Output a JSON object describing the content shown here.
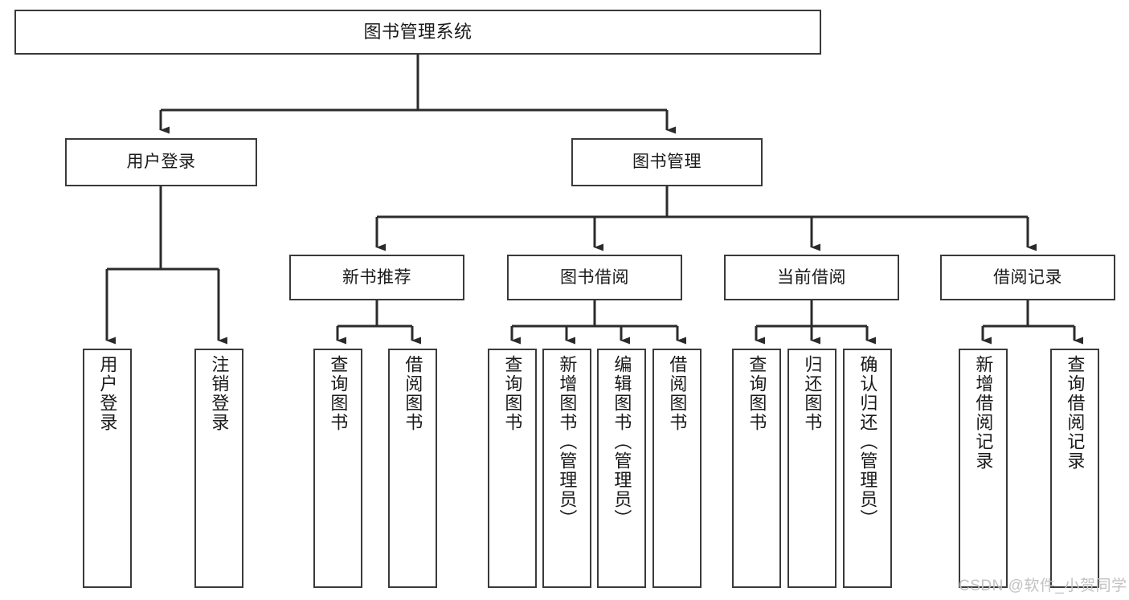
{
  "diagram": {
    "title": "图书管理系统",
    "type": "tree-hierarchy-functional-structure",
    "colors": {
      "box_border": "#3a3a3a",
      "box_fill": "#ffffff",
      "connector": "#2b2b2b",
      "text": "#1a1a1a",
      "watermark": "#c2c2c2",
      "background": "#ffffff"
    },
    "watermark": "CSDN @软件_小贺同学",
    "nodes": {
      "root": {
        "label": "图书管理系统"
      },
      "level2": [
        {
          "label": "用户登录"
        },
        {
          "label": "图书管理"
        }
      ],
      "level3": [
        {
          "label": "新书推荐"
        },
        {
          "label": "图书借阅"
        },
        {
          "label": "当前借阅"
        },
        {
          "label": "借阅记录"
        }
      ],
      "leaves": {
        "user_login": [
          {
            "label": "用户登录"
          },
          {
            "label": "注销登录"
          }
        ],
        "new_book_recommend": [
          {
            "label": "查询图书"
          },
          {
            "label": "借阅图书"
          }
        ],
        "book_borrow": [
          {
            "label": "查询图书"
          },
          {
            "label": "新增图书（管理员）"
          },
          {
            "label": "编辑图书（管理员）"
          },
          {
            "label": "借阅图书"
          }
        ],
        "current_borrow": [
          {
            "label": "查询图书"
          },
          {
            "label": "归还图书"
          },
          {
            "label": "确认归还（管理员）"
          }
        ],
        "borrow_record": [
          {
            "label": "新增借阅记录"
          },
          {
            "label": "查询借阅记录"
          }
        ]
      }
    }
  }
}
